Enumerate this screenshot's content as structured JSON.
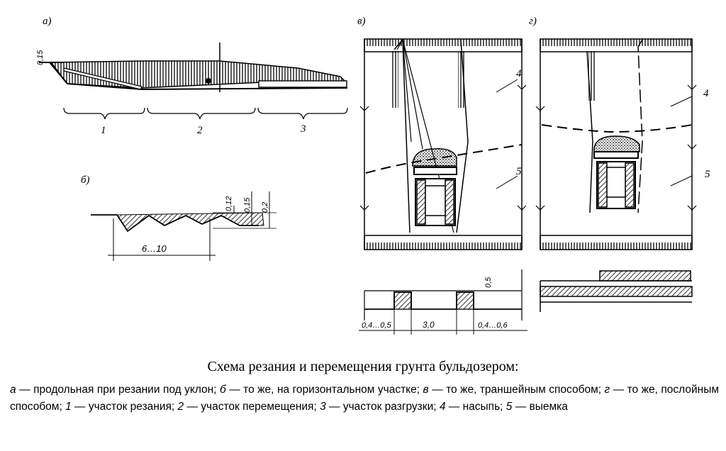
{
  "panels": {
    "a": {
      "label": "а)",
      "slope_dim": "0,15",
      "sections": [
        "1",
        "2",
        "3"
      ]
    },
    "b": {
      "label": "б)",
      "dims": [
        "0,12",
        "0,15",
        "0,2"
      ],
      "span_dim": "6…10"
    },
    "v": {
      "label": "в)",
      "zone_labels": [
        "4",
        "5"
      ],
      "bottom_dims": [
        "0,4…0,5",
        "3,0",
        "0,4…0,6",
        "0,5"
      ]
    },
    "g": {
      "label": "г)",
      "zone_labels": [
        "4",
        "5"
      ]
    }
  },
  "caption": {
    "title": "Схема резания и перемещения грунта бульдозером:",
    "items": [
      {
        "key": "а",
        "text": "продольная при резании под уклон;"
      },
      {
        "key": "б",
        "text": "то же, на горизонтальном участке;"
      },
      {
        "key": "в",
        "text": "то же, траншейным способом;"
      },
      {
        "key": "г",
        "text": "то же, послойным способом;"
      },
      {
        "key": "1",
        "text": "участок резания;"
      },
      {
        "key": "2",
        "text": "участок перемещения;"
      },
      {
        "key": "3",
        "text": "участок разгрузки;"
      },
      {
        "key": "4",
        "text": "насыпь;"
      },
      {
        "key": "5",
        "text": "выемка"
      }
    ]
  }
}
